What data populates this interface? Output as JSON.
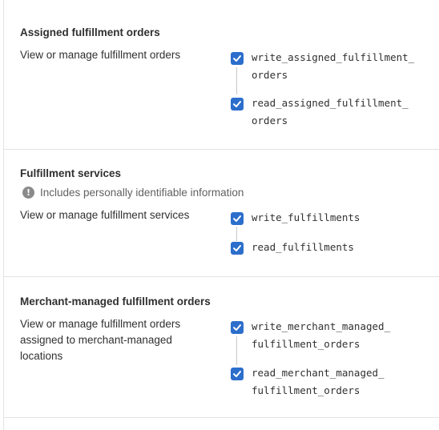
{
  "sections": [
    {
      "title": "Assigned fulfillment orders",
      "description": "View or manage fulfillment orders",
      "scopes": [
        {
          "label": "write_assigned_fulfillment_\norders",
          "checked": true
        },
        {
          "label": "read_assigned_fulfillment_\norders",
          "checked": true
        }
      ]
    },
    {
      "title": "Fulfillment services",
      "pii_notice": "Includes personally identifiable information",
      "description": "View or manage fulfillment services",
      "scopes": [
        {
          "label": "write_fulfillments",
          "checked": true
        },
        {
          "label": "read_fulfillments",
          "checked": true
        }
      ]
    },
    {
      "title": "Merchant-managed fulfillment orders",
      "description": "View or manage fulfillment orders assigned to merchant-managed locations",
      "scopes": [
        {
          "label": "write_merchant_managed_\nfulfillment_orders",
          "checked": true
        },
        {
          "label": "read_merchant_managed_\nfulfillment_orders",
          "checked": true
        }
      ]
    }
  ],
  "colors": {
    "checkbox": "#2c6ecb",
    "divider": "#e3e3e3",
    "pii_icon": "#8a8a8a"
  }
}
